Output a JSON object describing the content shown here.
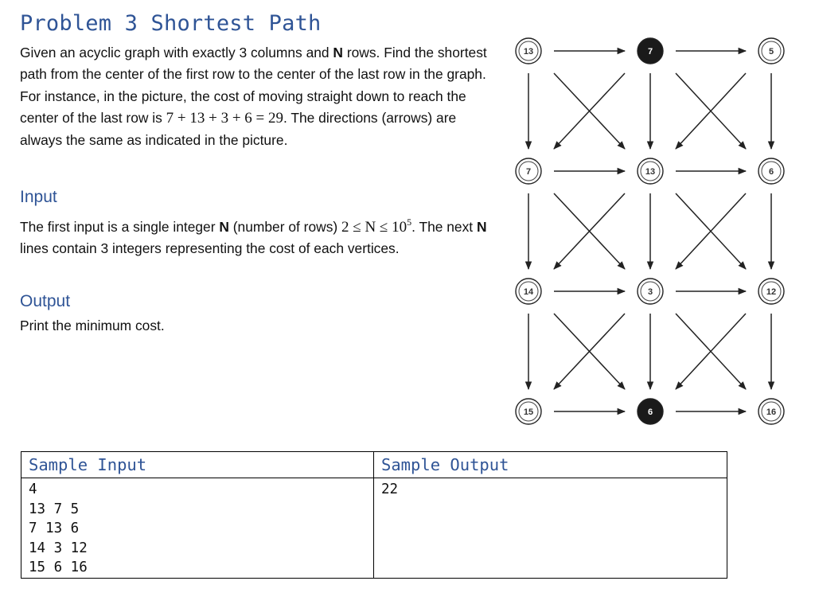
{
  "title": "Problem 3 Shortest Path",
  "intro": {
    "t1": "Given an acyclic graph with exactly 3 columns and ",
    "n1": "N",
    "t2": " rows. Find the shortest path from the center of the first row to the center of the last row in the graph. For instance, in the picture, the cost of moving straight down to reach the center of the last row is ",
    "math1": "7 + 13 + 3 + 6 = 29",
    "t3": ". The directions (arrows) are always the same as indicated in the picture."
  },
  "input": {
    "heading": "Input",
    "t1": "The first input is a single integer ",
    "n1": "N",
    "t2": " (number of rows)  ",
    "math_base": "2 ≤ N ≤ 10",
    "math_exp": "5",
    "t3": ". The next ",
    "n2": "N",
    "t4": " lines contain 3 integers representing the cost of each vertices."
  },
  "output": {
    "heading": "Output",
    "text": "Print the minimum cost."
  },
  "graph": {
    "rows": [
      [
        {
          "v": "13",
          "filled": false
        },
        {
          "v": "7",
          "filled": true
        },
        {
          "v": "5",
          "filled": false
        }
      ],
      [
        {
          "v": "7",
          "filled": false
        },
        {
          "v": "13",
          "filled": false
        },
        {
          "v": "6",
          "filled": false
        }
      ],
      [
        {
          "v": "14",
          "filled": false
        },
        {
          "v": "3",
          "filled": false
        },
        {
          "v": "12",
          "filled": false
        }
      ],
      [
        {
          "v": "15",
          "filled": false
        },
        {
          "v": "6",
          "filled": true
        },
        {
          "v": "16",
          "filled": false
        }
      ]
    ]
  },
  "sample": {
    "input_header": "Sample Input",
    "output_header": "Sample Output",
    "input_lines": [
      "4",
      "13 7 5",
      "7 13 6",
      "14 3 12",
      "15 6 16"
    ],
    "output_lines": [
      "22"
    ]
  }
}
